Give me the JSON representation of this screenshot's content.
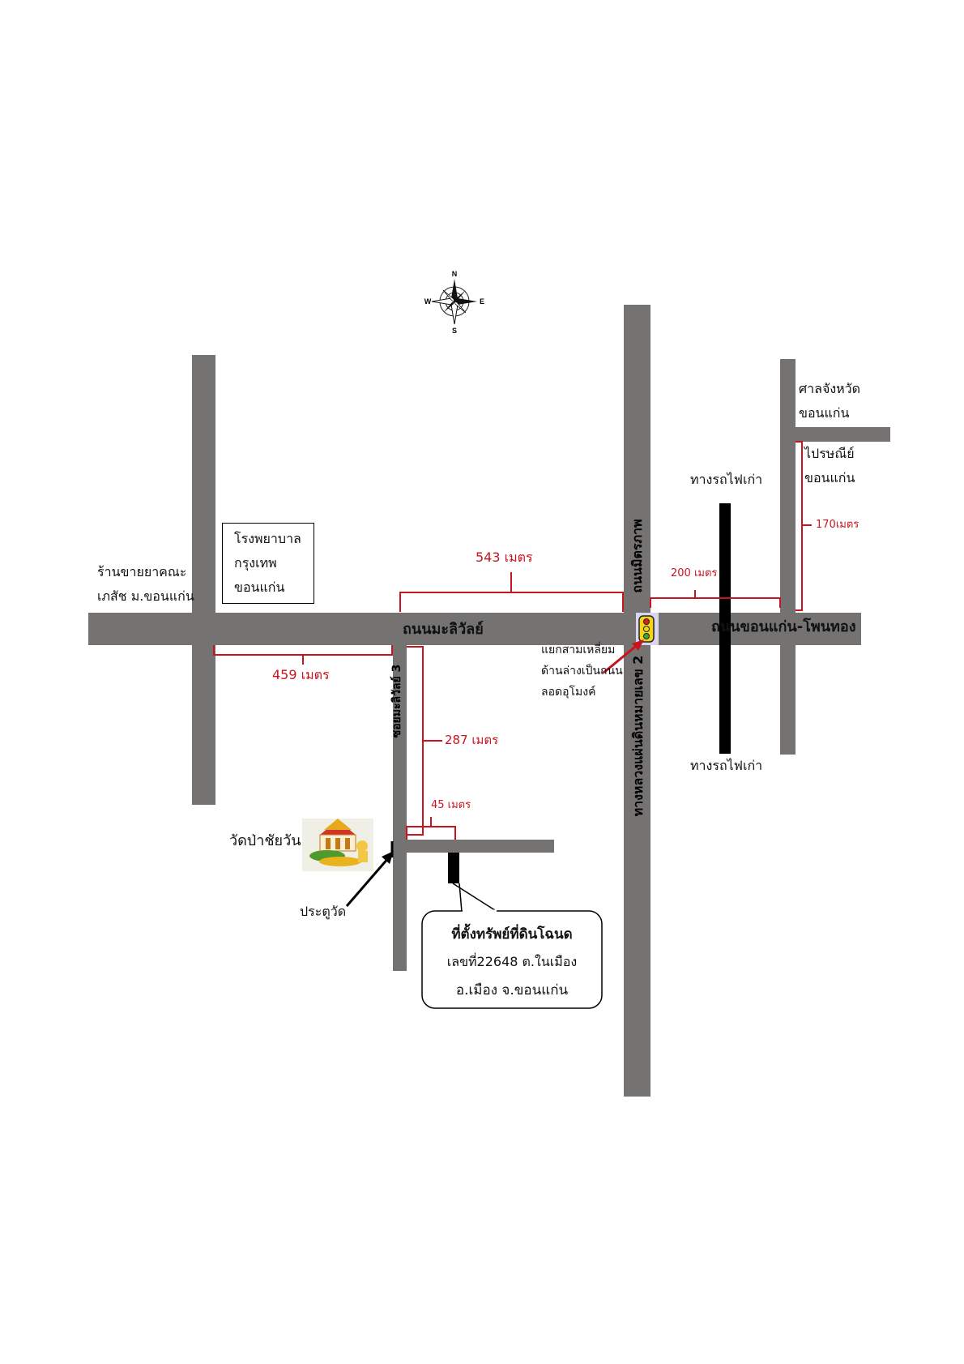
{
  "compass": {
    "n": "N",
    "s": "S",
    "e": "E",
    "w": "W"
  },
  "roads": {
    "main_horizontal": "ถนนมะลิวัลย์",
    "east_horizontal": "ถนนขอนแก่น-โพนทอง",
    "main_vertical_top": "ถนนมิตรภาพ",
    "main_vertical_bottom": "ทางหลวงแผ่นดินหมายเลข 2",
    "soi": "ซอยมะลิวัลย์ 3"
  },
  "places": {
    "pharmacy_line1": "ร้านขายยาคณะ",
    "pharmacy_line2": "เภสัช ม.ขอนแก่น",
    "hospital_line1": "โรงพยาบาล",
    "hospital_line2": "กรุงเทพ",
    "hospital_line3": "ขอนแก่น",
    "court_line1": "ศาลจังหวัด",
    "court_line2": "ขอนแก่น",
    "post_line1": "ไปรษณีย์",
    "post_line2": "ขอนแก่น",
    "railway_north": "ทางรถไฟเก่า",
    "railway_south": "ทางรถไฟเก่า",
    "temple": "วัดป่าชัยวัน",
    "temple_gate": "ประตูวัด",
    "junction_line1": "แยกสามเหลี่ยม",
    "junction_line2": "ด้านล่างเป็นถนน",
    "junction_line3": "ลอดอุโมงค์"
  },
  "distances": {
    "d543": "543 เมตร",
    "d459": "459 เมตร",
    "d200": "200 เมตร",
    "d170": "170เมตร",
    "d287": "287 เมตร",
    "d45": "45 เมตร"
  },
  "callout": {
    "line1": "ที่ตั้งทรัพย์ที่ดินโฉนด",
    "line2": "เลขที่22648 ต.ในเมือง",
    "line3": "อ.เมือง จ.ขอนแก่น"
  },
  "colors": {
    "road": "#757272",
    "measure": "#c8141e",
    "rail": "#000000"
  }
}
